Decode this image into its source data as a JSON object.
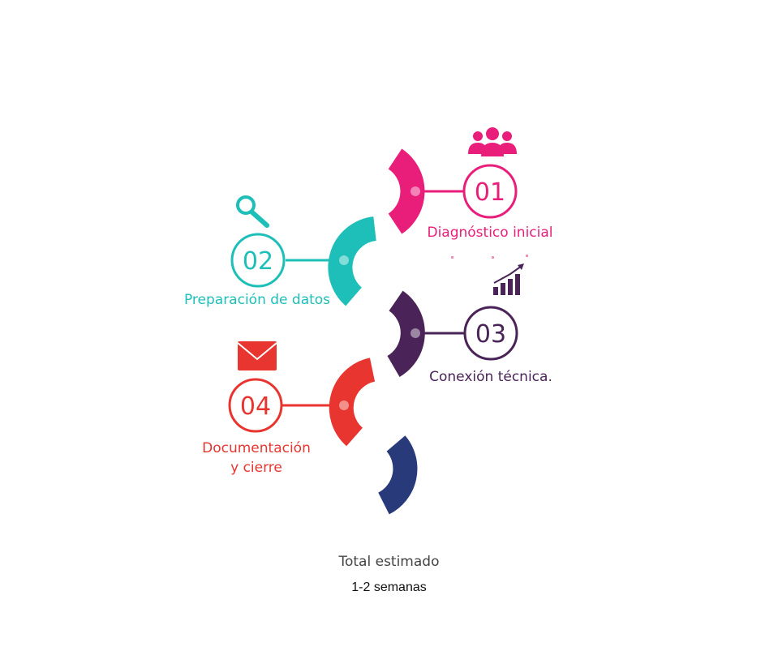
{
  "colors": {
    "step1": "#E91E7A",
    "step2": "#1DBFB8",
    "step3": "#4A2358",
    "step4": "#E8352F",
    "tail": "#283A7A"
  },
  "steps": [
    {
      "number": "01",
      "label": "Diagnóstico inicial",
      "icon": "users-icon"
    },
    {
      "number": "02",
      "label": "Preparación de datos",
      "icon": "magnifier-icon"
    },
    {
      "number": "03",
      "label": "Conexión técnica.",
      "icon": "bar-chart-icon"
    },
    {
      "number": "04",
      "label_line1": "Documentación",
      "label_line2": "y cierre",
      "icon": "envelope-icon"
    }
  ],
  "footer": {
    "title": "Total estimado",
    "subtitle": "1-2 semanas"
  }
}
